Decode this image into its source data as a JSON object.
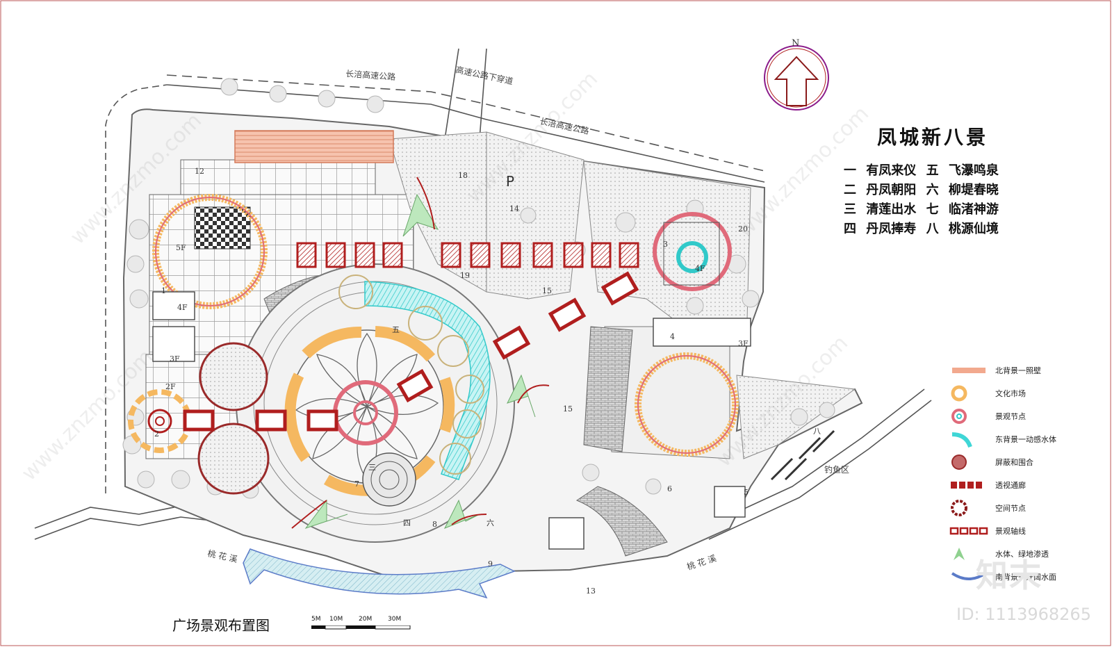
{
  "roads": {
    "highway_1": "长涪高速公路",
    "highway_2": "长涪高速公路",
    "underpass": "高速公路下穿道",
    "fishing": "钓鱼区",
    "creek_left": "桃 花 溪",
    "creek_right": "桃 花 溪"
  },
  "building_labels": [
    "5F",
    "4F",
    "3F",
    "2F",
    "4F",
    "3F",
    "P"
  ],
  "node_numbers": [
    "1",
    "2",
    "3",
    "4",
    "5",
    "6",
    "7",
    "8",
    "9",
    "12",
    "13",
    "14",
    "15",
    "15",
    "18",
    "19",
    "20"
  ],
  "chinese_nodes": [
    "五",
    "三",
    "四",
    "六",
    "八"
  ],
  "north_label": "N",
  "legend_title": "凤城新八景",
  "scenes": [
    {
      "n1": "一",
      "s1": "有凤来仪",
      "n2": "五",
      "s2": "飞瀑鸣泉"
    },
    {
      "n1": "二",
      "s1": "丹凤朝阳",
      "n2": "六",
      "s2": "柳堤春晓"
    },
    {
      "n1": "三",
      "s1": "清莲出水",
      "n2": "七",
      "s2": "临渚神游"
    },
    {
      "n1": "四",
      "s1": "丹凤捧寿",
      "n2": "八",
      "s2": "桃源仙境"
    }
  ],
  "legend": [
    {
      "label": "北背景一照壁",
      "icon": "screen-wall-swatch",
      "color": "#f2a98e"
    },
    {
      "label": "文化市场",
      "icon": "culture-market-ring",
      "color": "#f5b860"
    },
    {
      "label": "景观节点",
      "icon": "landscape-node-ring",
      "color": "#e06a7a"
    },
    {
      "label": "东背景一动感水体",
      "icon": "water-arc",
      "color": "#3fd6d6"
    },
    {
      "label": "屏蔽和围合",
      "icon": "enclosure-circle",
      "color": "#9a2a2a"
    },
    {
      "label": "透视通廊",
      "icon": "corridor-blocks",
      "color": "#b01e1e"
    },
    {
      "label": "空间节点",
      "icon": "space-node-ring",
      "color": "#8b1a1a"
    },
    {
      "label": "景观轴线",
      "icon": "axis-blocks",
      "color": "#b01e1e"
    },
    {
      "label": "水体、绿地渗透",
      "icon": "green-arrow",
      "color": "#8fd18f"
    },
    {
      "label": "南背景一开阔水面",
      "icon": "open-water-arc",
      "color": "#5b7bc8"
    }
  ],
  "footer": {
    "title": "广场景观布置图",
    "scale": [
      "5M",
      "10M",
      "20M",
      "30M"
    ]
  },
  "brand": "知末",
  "id_label": "ID: 1113968265",
  "watermark": "www.znzmo.com",
  "colors": {
    "corridor": "#b01e1e",
    "culture": "#f5b860",
    "node": "#e06a7a",
    "water": "#3fd6d6",
    "wall": "#f2a98e",
    "green": "#8fd18f"
  }
}
